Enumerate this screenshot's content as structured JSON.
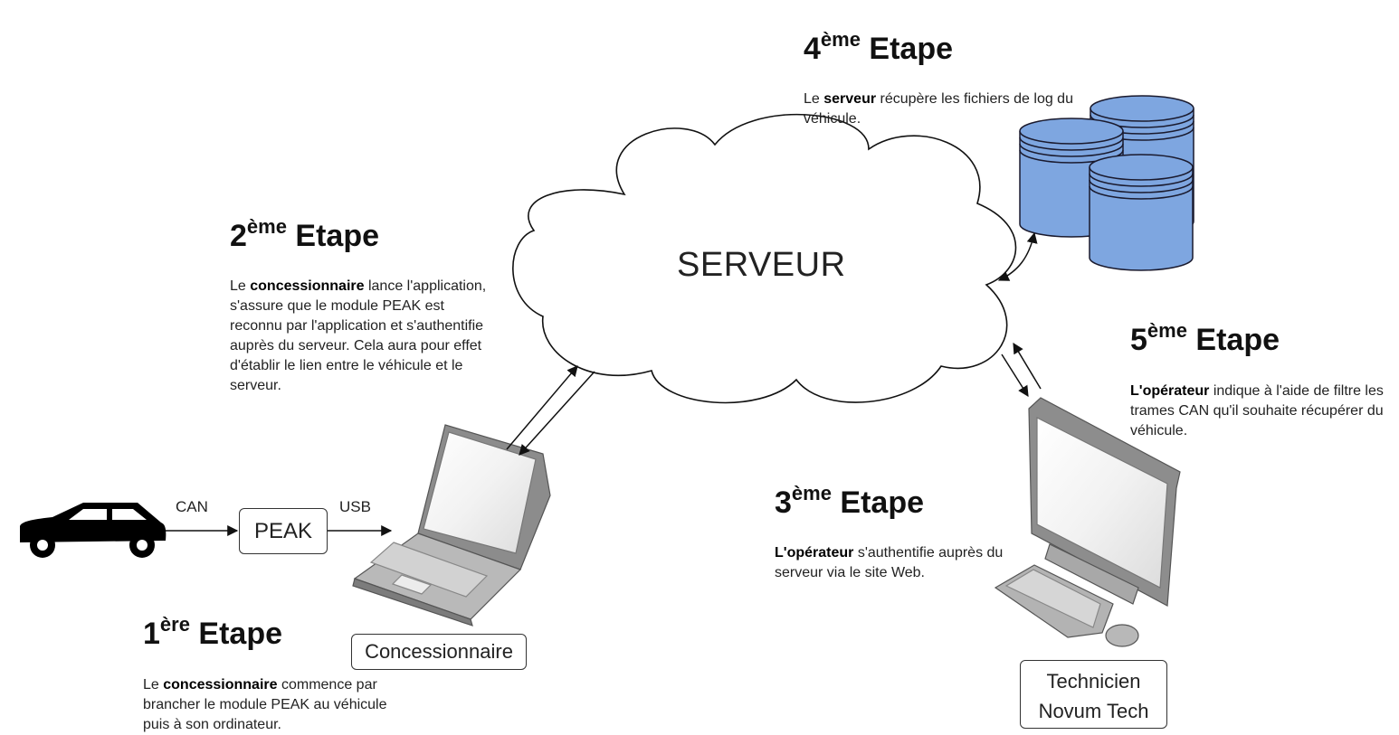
{
  "steps": {
    "s1": {
      "num": "1",
      "sup": "ère",
      "word": "Etape",
      "bold": "concessionnaire",
      "pre": "Le ",
      "post": " commence par brancher le module PEAK au véhicule puis à son ordinateur."
    },
    "s2": {
      "num": "2",
      "sup": "ème",
      "word": "Etape",
      "bold": "concessionnaire",
      "pre": "Le ",
      "post": " lance l'application, s'assure que le module PEAK est reconnu par l'application et s'authentifie auprès du serveur. Cela aura pour effet d'établir le lien entre le véhicule et le serveur."
    },
    "s3": {
      "num": "3",
      "sup": "ème",
      "word": "Etape",
      "bold": "L'opérateur",
      "pre": "",
      "post": " s'authentifie auprès du serveur via le site Web."
    },
    "s4": {
      "num": "4",
      "sup": "ème",
      "word": "Etape",
      "bold": "serveur",
      "pre": "Le ",
      "post": " récupère les fichiers de log du véhicule."
    },
    "s5": {
      "num": "5",
      "sup": "ème",
      "word": "Etape",
      "bold": "L'opérateur",
      "pre": "",
      "post": " indique à l'aide de filtre les trames CAN qu'il souhaite récupérer du véhicule."
    }
  },
  "labels": {
    "can": "CAN",
    "usb": "USB",
    "peak": "PEAK",
    "concessionnaire": "Concessionnaire",
    "technicien_line1": "Technicien",
    "technicien_line2": "Novum Tech",
    "serveur": "SERVEUR"
  },
  "icons": {
    "car": "car-icon",
    "laptop": "laptop-icon",
    "desktop": "desktop-computer-icon",
    "database": "database-icon",
    "cloud": "cloud-icon"
  },
  "colors": {
    "database_fill": "#7ea6e0",
    "database_stroke": "#1a1a2e",
    "line": "#111111",
    "device_gray": "#9a9a9a"
  }
}
